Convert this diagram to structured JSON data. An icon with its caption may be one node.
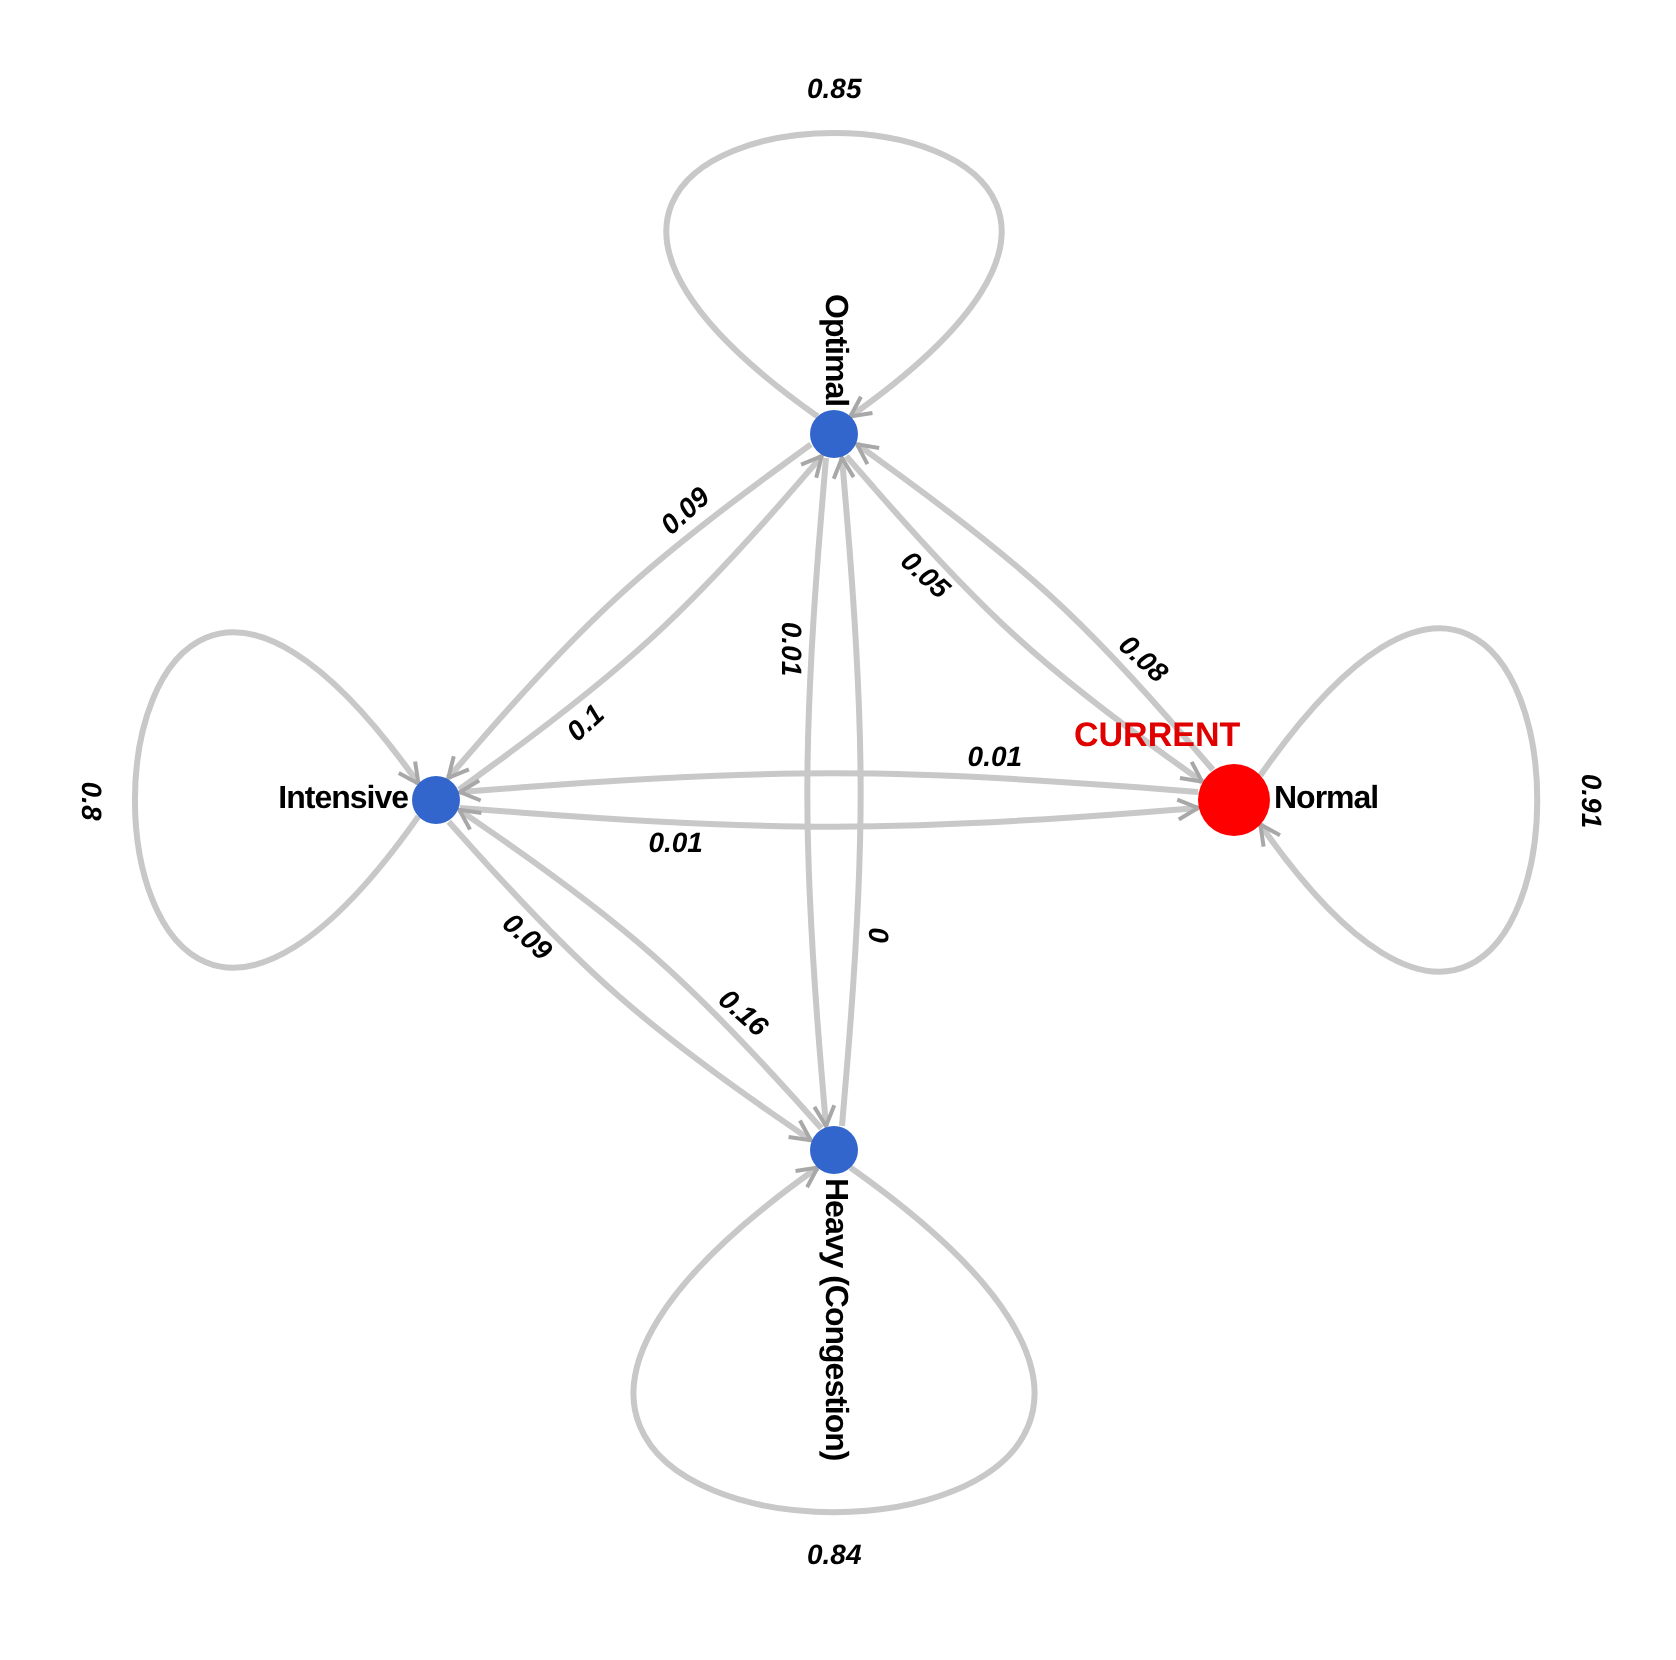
{
  "diagram": {
    "nodes": [
      {
        "text": [
          "Optimal"
        ]
      },
      {
        "text": [
          "Intensive"
        ]
      },
      {
        "text": [
          "Normal"
        ],
        "beside": [
          "CURRENT"
        ]
      },
      {
        "text": [
          "Heavy (Congestion)"
        ]
      }
    ],
    "edges": [
      {
        "from": 0,
        "to": 0,
        "arrow": "to",
        "label": "0.85"
      },
      {
        "from": 1,
        "to": 1,
        "arrow": "to",
        "label": "0.8"
      },
      {
        "from": 2,
        "to": 2,
        "arrow": "to",
        "label": "0.91"
      },
      {
        "from": 3,
        "to": 3,
        "arrow": "to",
        "label": "0.84"
      },
      {
        "from": 0,
        "to": 1,
        "arrow": "to",
        "label": "0.09"
      },
      {
        "from": 1,
        "to": 0,
        "arrow": "to",
        "label": "0.1"
      },
      {
        "from": 2,
        "to": 0,
        "arrow": "to",
        "label": "0.08"
      },
      {
        "from": 0,
        "to": 2,
        "arrow": "to",
        "label": "0.05"
      },
      {
        "from": 1,
        "to": 2,
        "arrow": "to",
        "label": "0.01"
      },
      {
        "from": 2,
        "to": 1,
        "arrow": "to",
        "label": "0.01"
      },
      {
        "from": 0,
        "to": 3,
        "arrow": "to",
        "label": "0.01"
      },
      {
        "from": 3,
        "to": 0,
        "arrow": "to",
        "label": "0"
      },
      {
        "from": 3,
        "to": 1,
        "arrow": "to",
        "label": "0.16"
      },
      {
        "from": 1,
        "to": 3,
        "arrow": "to",
        "label": "0.09"
      }
    ]
  }
}
